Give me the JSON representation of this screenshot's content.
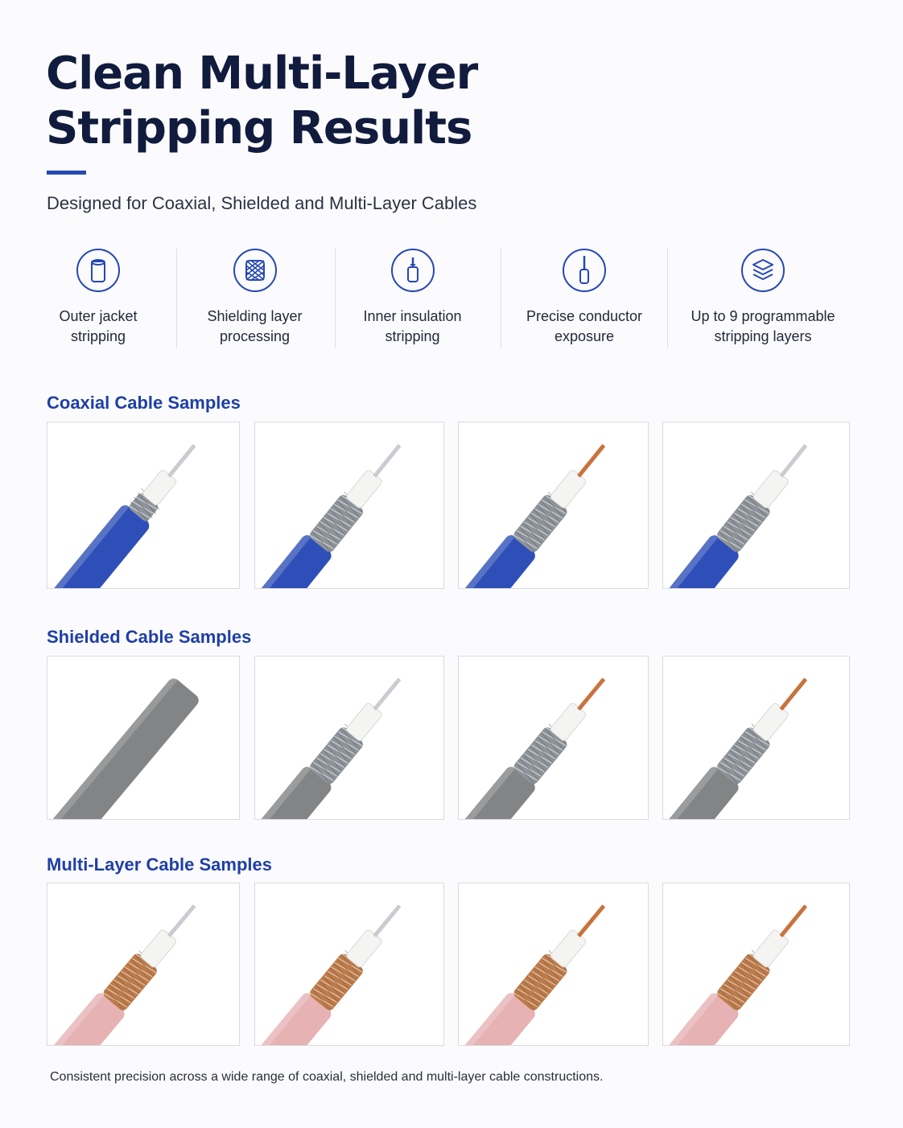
{
  "title_lines": [
    "Clean Multi-Layer",
    "Stripping Results"
  ],
  "subtitle": "Designed for Coaxial, Shielded and Multi-Layer Cables",
  "accent_color": "#2647b5",
  "features": [
    {
      "label": "Outer jacket\nstripping",
      "icon": "cable-jacket-icon"
    },
    {
      "label": "Shielding layer\nprocessing",
      "icon": "mesh-shield-icon"
    },
    {
      "label": "Inner insulation\nstripping",
      "icon": "insulation-icon"
    },
    {
      "label": "Precise conductor\nexposure",
      "icon": "conductor-icon"
    },
    {
      "label": "Up to 9 programmable\nstripping layers",
      "icon": "layers-icon"
    }
  ],
  "sections": [
    {
      "title": "Coaxial Cable Samples",
      "jacket": "#2f4fb8"
    },
    {
      "title": "Shielded Cable Samples",
      "jacket": "#838486"
    },
    {
      "title": "Multi-Layer Cable Samples",
      "jacket": "#e6b2b4"
    }
  ],
  "caption": "Consistent precision across a wide range of coaxial, shielded and multi-layer cable constructions."
}
